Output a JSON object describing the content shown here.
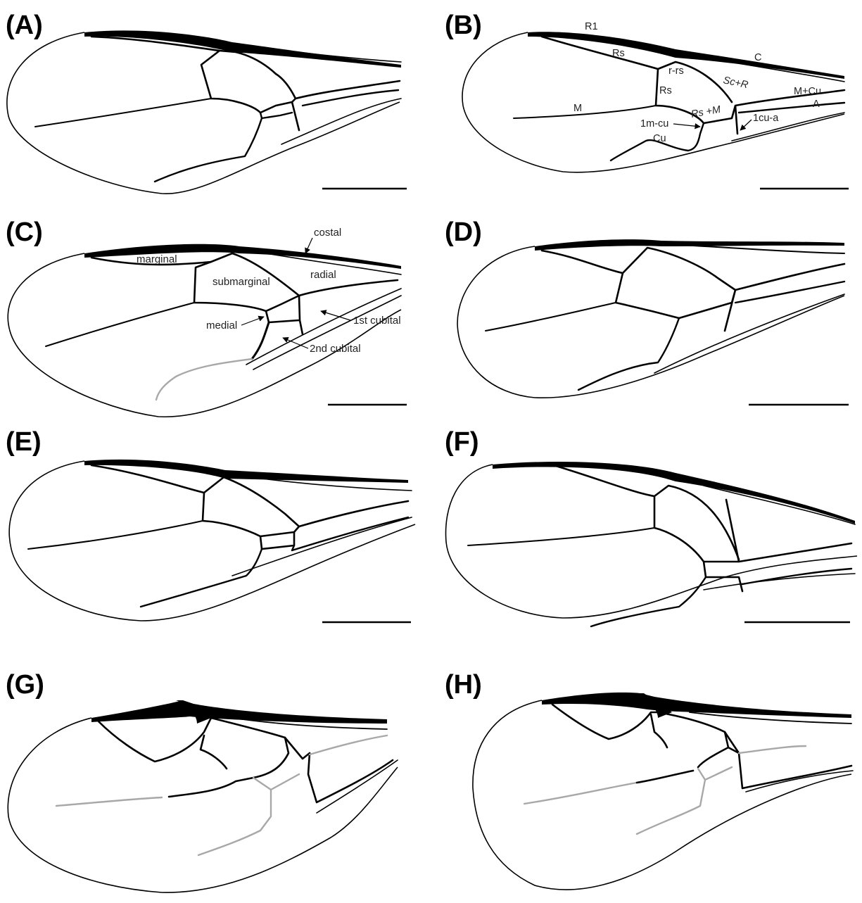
{
  "panels": [
    {
      "id": "A",
      "label": "(A)"
    },
    {
      "id": "B",
      "label": "(B)"
    },
    {
      "id": "C",
      "label": "(C)"
    },
    {
      "id": "D",
      "label": "(D)"
    },
    {
      "id": "E",
      "label": "(E)"
    },
    {
      "id": "F",
      "label": "(F)"
    },
    {
      "id": "G",
      "label": "(G)"
    },
    {
      "id": "H",
      "label": "(H)"
    }
  ],
  "vein_labels": {
    "r1": "R1",
    "c": "C",
    "rs_top": "Rs",
    "r_rs": "r-rs",
    "sc_r": "Sc+R",
    "m_cu": "M+Cu",
    "rs_mid": "Rs",
    "a": "A",
    "m": "M",
    "rs_m": "Rs +M",
    "m_cu_1": "1m-cu",
    "cu_a_1": "1cu-a",
    "cu": "Cu"
  },
  "cell_labels": {
    "costal": "costal",
    "marginal": "marginal",
    "submarginal": "submarginal",
    "radial": "radial",
    "medial": "medial",
    "first_cubital": "1st cubital",
    "second_cubital": "2nd cubital"
  },
  "colors": {
    "vein": "#000000",
    "faint_vein": "#a8a8a8",
    "background": "#ffffff"
  }
}
